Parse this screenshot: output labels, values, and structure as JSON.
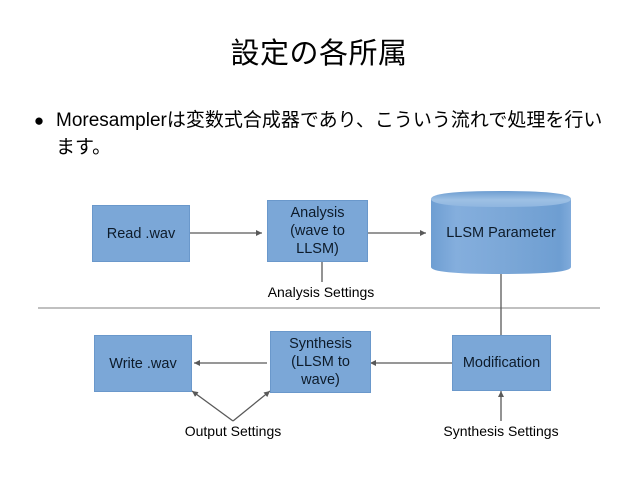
{
  "slide": {
    "title": "設定の各所属",
    "bullets": [
      {
        "marker": "●",
        "text": "Moresamplerは変数式合成器であり、こういう流れで処理を行います。"
      }
    ]
  },
  "diagram": {
    "nodes": [
      {
        "id": "read-wav",
        "label": "Read .wav",
        "shape": "rect"
      },
      {
        "id": "analysis",
        "label": "Analysis\n(wave to\nLLSM)",
        "shape": "rect"
      },
      {
        "id": "llsm-parameter",
        "label": "LLSM Parameter",
        "shape": "cylinder"
      },
      {
        "id": "write-wav",
        "label": "Write .wav",
        "shape": "rect"
      },
      {
        "id": "synthesis",
        "label": "Synthesis\n(LLSM to\nwave)",
        "shape": "rect"
      },
      {
        "id": "modification",
        "label": "Modification",
        "shape": "rect"
      }
    ],
    "node_labels": {
      "read_wav": "Read .wav",
      "analysis_l1": "Analysis",
      "analysis_l2": "(wave to",
      "analysis_l3": "LLSM)",
      "llsm_parameter": "LLSM Parameter",
      "write_wav": "Write .wav",
      "synthesis_l1": "Synthesis",
      "synthesis_l2": "(LLSM to",
      "synthesis_l3": "wave)",
      "modification": "Modification"
    },
    "edge_labels": {
      "analysis_settings": "Analysis Settings",
      "output_settings": "Output Settings",
      "synthesis_settings": "Synthesis Settings"
    },
    "colors": {
      "node_fill": "#7ba7d7",
      "node_stroke": "#6a98cb",
      "cylinder_top": "#a3c4e6",
      "connector": "#595959",
      "divider": "#9a9a9a",
      "text": "#0d1b2a"
    }
  }
}
